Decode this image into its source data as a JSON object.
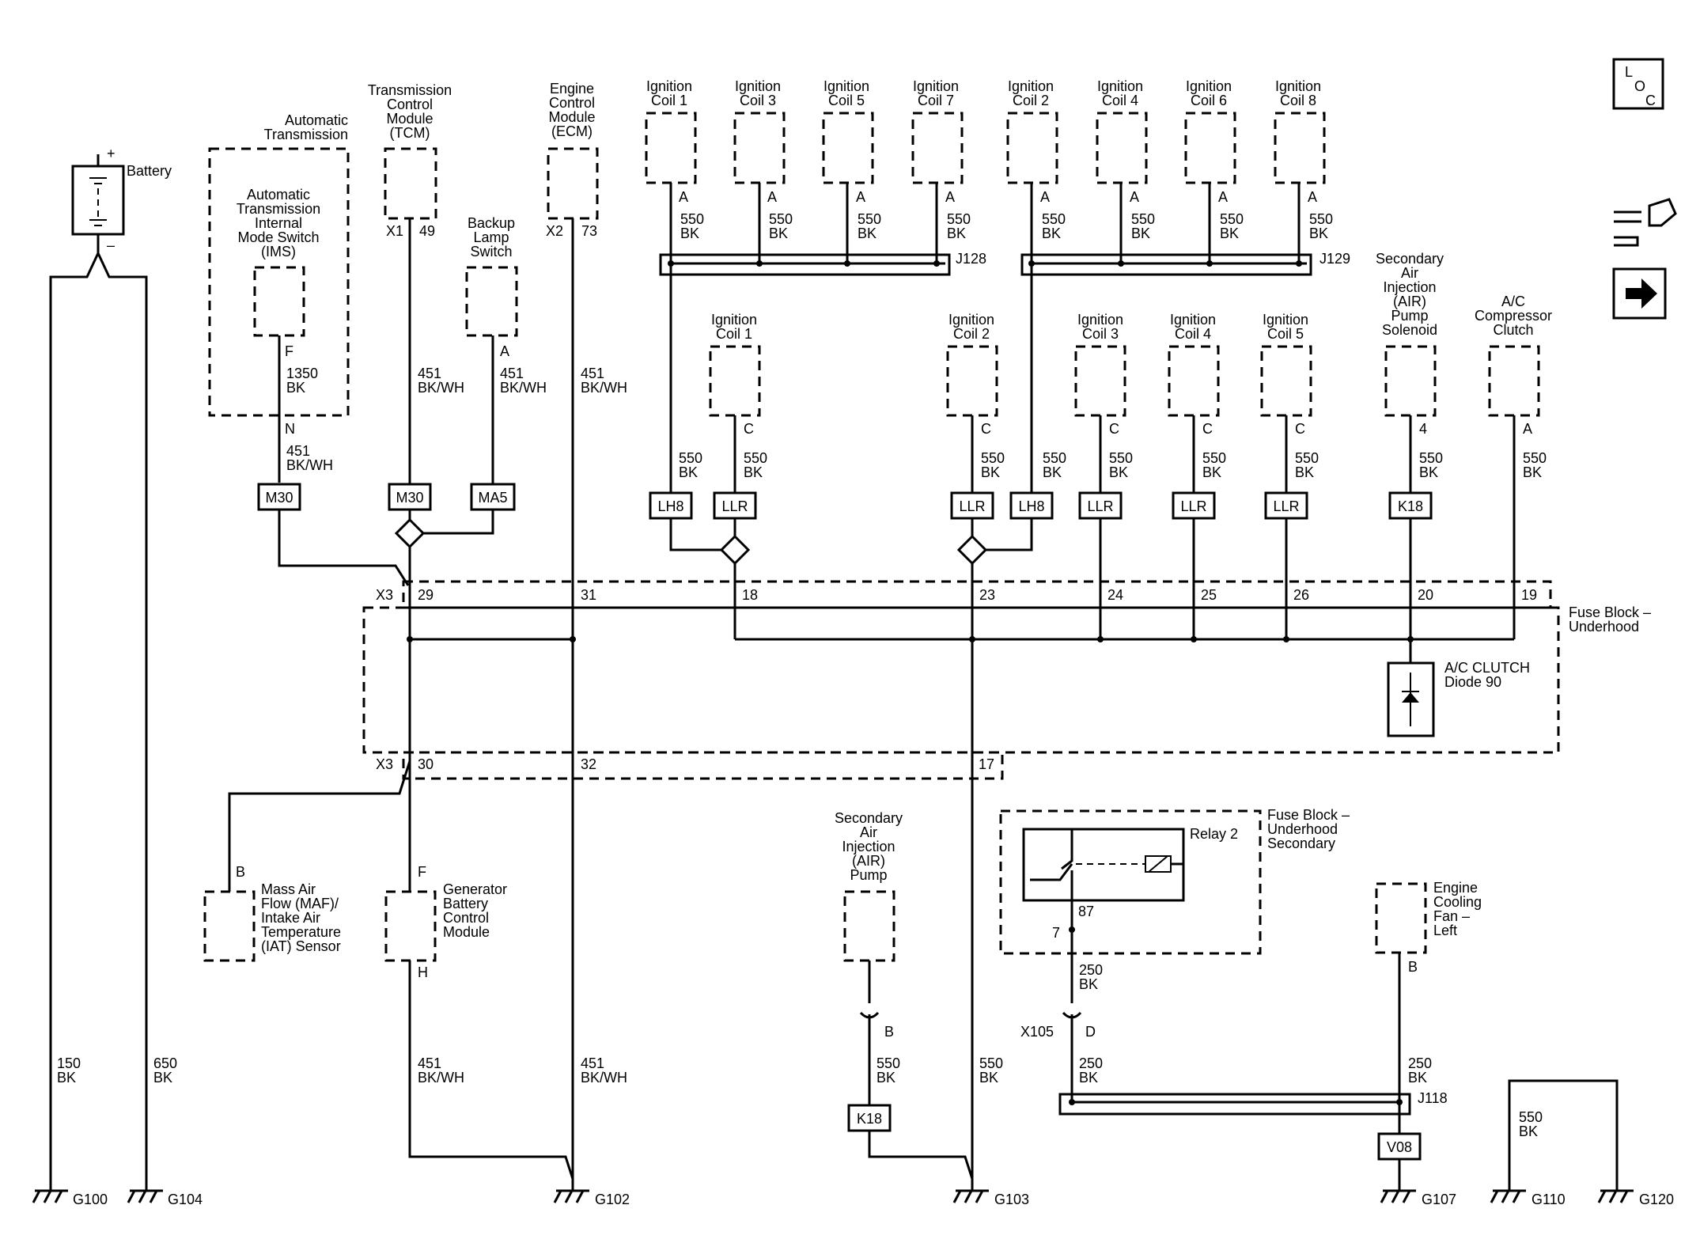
{
  "header": {
    "loc_letters": [
      "L",
      "O",
      "C"
    ]
  },
  "labels": {
    "battery": "Battery",
    "battery_plus": "+",
    "battery_minus": "–",
    "auto_trans": [
      "Automatic",
      "Transmission"
    ],
    "ims": [
      "Automatic",
      "Transmission",
      "Internal",
      "Mode Switch",
      "(IMS)"
    ],
    "tcm": [
      "Transmission",
      "Control",
      "Module",
      "(TCM)"
    ],
    "backup": [
      "Backup",
      "Lamp",
      "Switch"
    ],
    "ecm": [
      "Engine",
      "Control",
      "Module",
      "(ECM)"
    ],
    "maf": [
      "Mass Air",
      "Flow (MAF)/",
      "Intake Air",
      "Temperature",
      "(IAT) Sensor"
    ],
    "gen": [
      "Generator",
      "Battery",
      "Control",
      "Module"
    ],
    "air_pump": [
      "Secondary",
      "Air",
      "Injection",
      "(AIR)",
      "Pump"
    ],
    "air_solenoid": [
      "Secondary",
      "Air",
      "Injection",
      "(AIR)",
      "Pump",
      "Solenoid"
    ],
    "ac_clutch": [
      "A/C",
      "Compressor",
      "Clutch"
    ],
    "fan": [
      "Engine",
      "Cooling",
      "Fan –",
      "Left"
    ],
    "fuse_block": [
      "Fuse Block –",
      "Underhood"
    ],
    "fuse_block_sec": [
      "Fuse Block –",
      "Underhood",
      "Secondary"
    ],
    "relay": "Relay 2",
    "diode": [
      "A/C CLUTCH",
      "Diode 90"
    ],
    "coil_word": "Ignition"
  },
  "top_coils": [
    "Coil 1",
    "Coil 3",
    "Coil 5",
    "Coil 7",
    "Coil 2",
    "Coil 4",
    "Coil 6",
    "Coil 8"
  ],
  "mid_coils": [
    "Coil 1",
    "Coil 2",
    "Coil 3",
    "Coil 4",
    "Coil 5"
  ],
  "pins": {
    "A": "A",
    "B": "B",
    "C": "C",
    "D": "D",
    "F": "F",
    "H": "H",
    "N": "N",
    "4": "4",
    "x1": "X1",
    "p49": "49",
    "x2": "X2",
    "p73": "73",
    "x3": "X3",
    "p29": "29",
    "p31": "31",
    "p18": "18",
    "p23": "23",
    "p24": "24",
    "p25": "25",
    "p26": "26",
    "p20": "20",
    "p19": "19",
    "p30": "30",
    "p32": "32",
    "p17": "17",
    "p87": "87",
    "p7": "7",
    "x105": "X105"
  },
  "wires": {
    "w550": "550",
    "w451": "451",
    "w1350": "1350",
    "w250": "250",
    "w150": "150",
    "w650": "650",
    "bk": "BK",
    "bkwh": "BK/WH"
  },
  "splices": {
    "j128": "J128",
    "j129": "J129",
    "j118": "J118"
  },
  "connectors": {
    "m30": "M30",
    "ma5": "MA5",
    "lh8": "LH8",
    "llr": "LLR",
    "k18": "K18",
    "v08": "V08"
  },
  "grounds": [
    "G100",
    "G104",
    "G102",
    "G103",
    "G107",
    "G110",
    "G120"
  ]
}
